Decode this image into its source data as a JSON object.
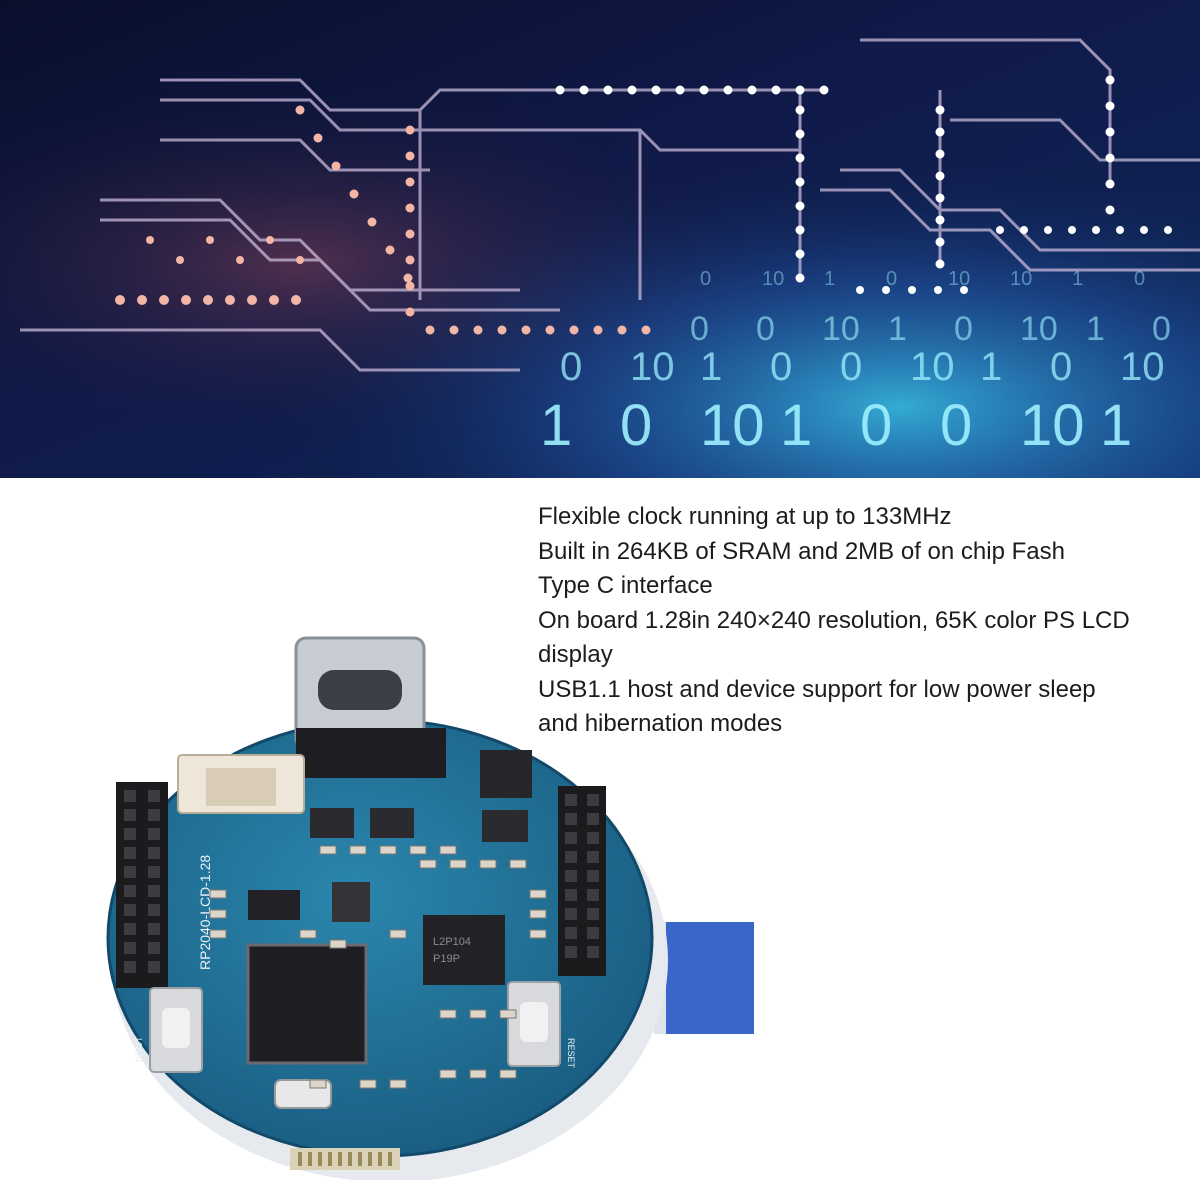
{
  "banner": {
    "binary_overlay": [
      "0",
      "10",
      "1",
      "0",
      "10",
      "10",
      "1",
      "0",
      "0",
      "10",
      "1",
      "0",
      "10",
      "1",
      "0",
      "10",
      "1",
      "0",
      "0",
      "10",
      "1",
      "0",
      "10",
      "1",
      "0",
      "10",
      "1",
      "0",
      "0",
      "10",
      "1",
      "0",
      "10",
      "1",
      "0",
      "10",
      "1"
    ]
  },
  "features": [
    "Flexible clock running at up to 133MHz",
    "Built in 264KB of SRAM and 2MB of on chip Fash",
    "Type C interface",
    "On board 1.28in 240×240 resolution, 65K color PS LCD",
    "display",
    "USB1.1 host and device support for low power sleep",
    "and hibernation modes"
  ],
  "board": {
    "silkscreen_model": "RP2040-LCD-1.28",
    "boot_label": "BOOT",
    "reset_label": "RESET",
    "chip_marking": [
      "L2P104",
      "P19P"
    ],
    "colors": {
      "pcb": "#1f6f96",
      "pcb_edge": "#16567a",
      "header": "#1d1d1f",
      "banner_bg": "#0b1233",
      "banner_glow": "#5fe6ff",
      "trace_pink": "#f0b4a8"
    }
  }
}
